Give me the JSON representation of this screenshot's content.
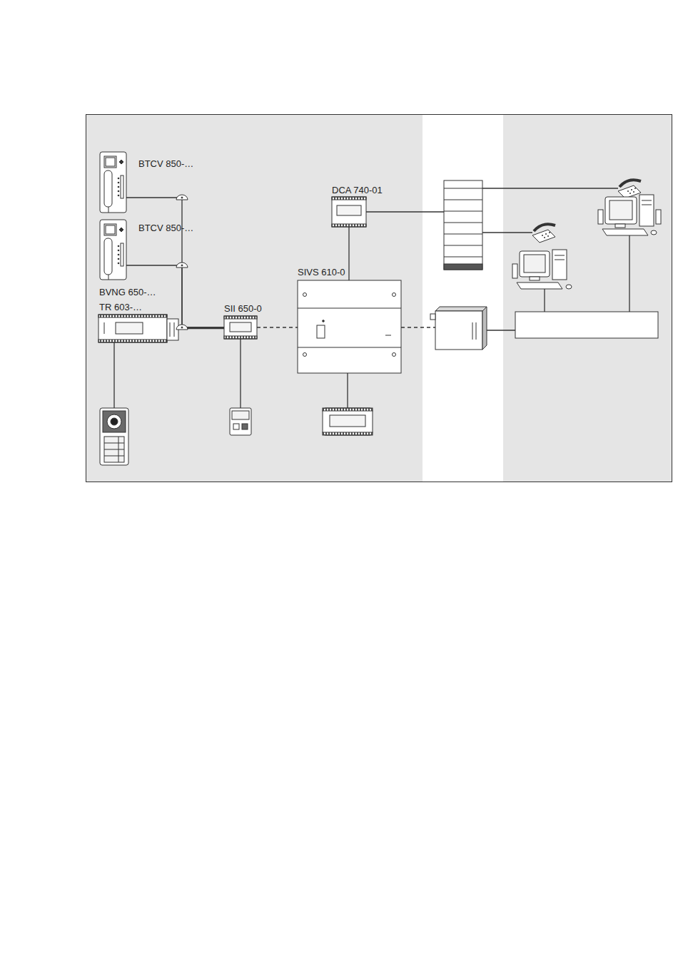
{
  "diagram": {
    "nodes": [
      {
        "text": [
          "BTCV 850-…"
        ]
      },
      {
        "text": [
          "BTCV 850-…"
        ]
      },
      {
        "text": [
          "BVNG 650-…",
          "TR 603-…"
        ]
      },
      {
        "text": [
          "SII 650-0"
        ]
      },
      {
        "text": [
          "DCA 740-01"
        ]
      },
      {
        "text": [
          "SIVS 610-0"
        ]
      }
    ],
    "edges": [
      {
        "from": 0,
        "to": 3,
        "arrow": "none"
      },
      {
        "from": 1,
        "to": 3,
        "arrow": "none"
      },
      {
        "from": 2,
        "to": 3,
        "arrow": "none"
      },
      {
        "from": 3,
        "to": 5,
        "arrow": "none"
      },
      {
        "from": 4,
        "to": 5,
        "arrow": "none"
      }
    ]
  }
}
